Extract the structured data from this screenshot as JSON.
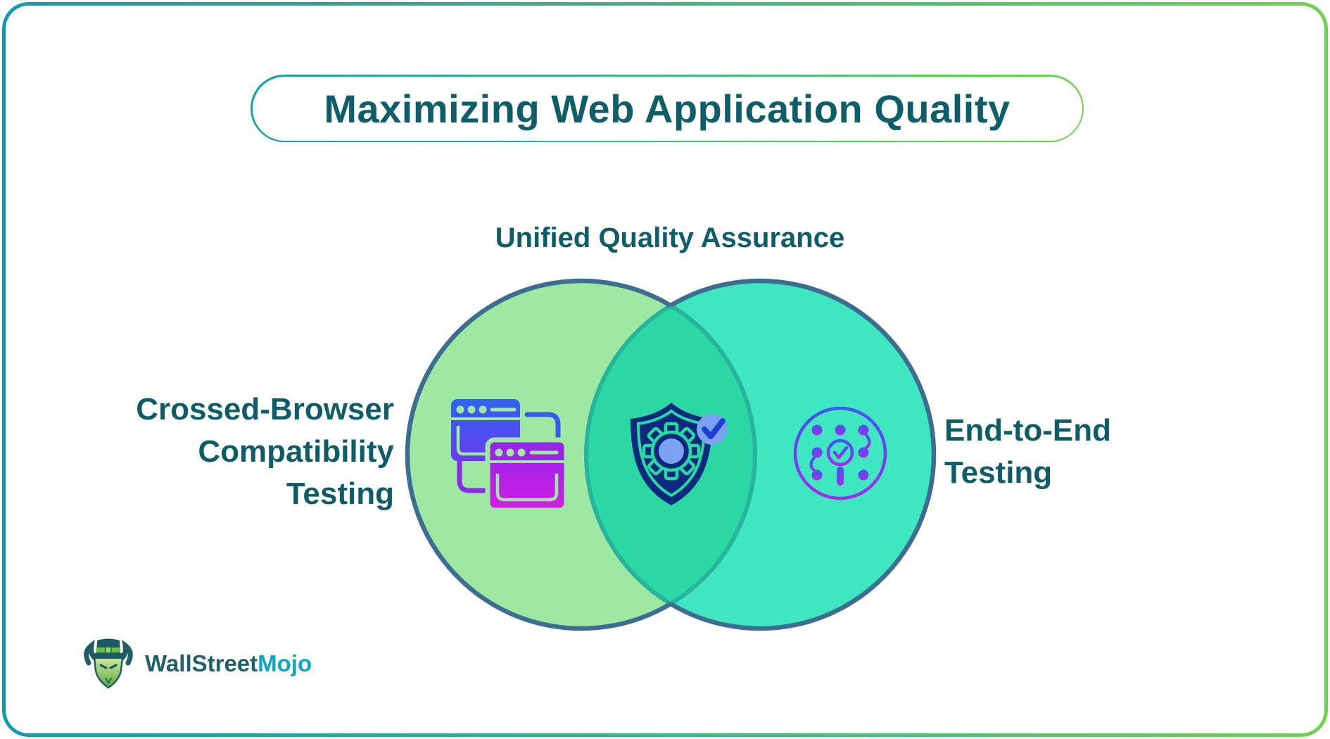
{
  "title": {
    "text": "Maximizing Web Application Quality",
    "color": "#0d5e68"
  },
  "subtitle": {
    "text": "Unified Quality Assurance"
  },
  "venn": {
    "left_circle": {
      "label_lines": [
        "Crossed-Browser",
        "Compatibility",
        "Testing"
      ],
      "fill": "#9ee8a2",
      "icon": "cross-browser-windows-icon"
    },
    "right_circle": {
      "label_lines": [
        "End-to-End",
        "Testing"
      ],
      "fill": "#3fe7c0",
      "icon": "end-to-end-process-check-icon"
    },
    "overlap": {
      "fill": "#2bd7a3",
      "icon": "shield-gear-check-icon"
    },
    "outline_color": "#3e6d92"
  },
  "card": {
    "border_gradient_start": "#0e9ab0",
    "border_gradient_end": "#6ed14f"
  },
  "logo": {
    "brand_primary": "WallStreet",
    "brand_accent": "Mojo",
    "primary_color": "#21606b",
    "accent_color": "#0da6c4",
    "icon": "bull-mascot-icon"
  }
}
